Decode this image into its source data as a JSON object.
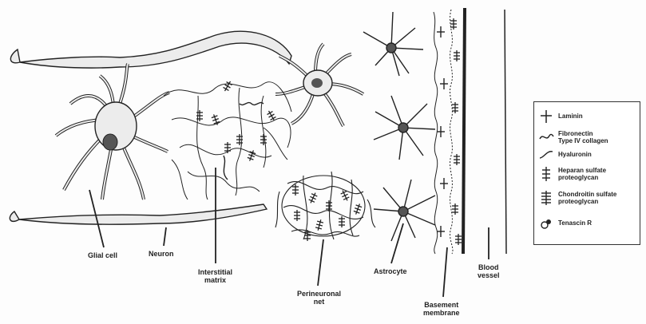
{
  "labels": {
    "glial_cell": "Glial cell",
    "neuron": "Neuron",
    "interstitial_matrix_1": "Interstitial",
    "interstitial_matrix_2": "matrix",
    "perineuronal_net_1": "Perineuronal",
    "perineuronal_net_2": "net",
    "astrocyte": "Astrocyte",
    "basement_membrane_1": "Basement",
    "basement_membrane_2": "membrane",
    "blood_vessel_1": "Blood",
    "blood_vessel_2": "vessel"
  },
  "legend": {
    "laminin": "Laminin",
    "fibronectin": "Fibronectin",
    "type_iv_collagen": "Type IV collagen",
    "hyaluronin": "Hyaluronin",
    "heparan_1": "Heparan sulfate",
    "heparan_2": "proteoglycan",
    "chondroitin_1": "Chondroitin sulfate",
    "chondroitin_2": "proteoglycan",
    "tenascin": "Tenascin R"
  },
  "colors": {
    "ink": "#222222",
    "cell_fill": "#ececec",
    "nucleus": "#555555"
  }
}
